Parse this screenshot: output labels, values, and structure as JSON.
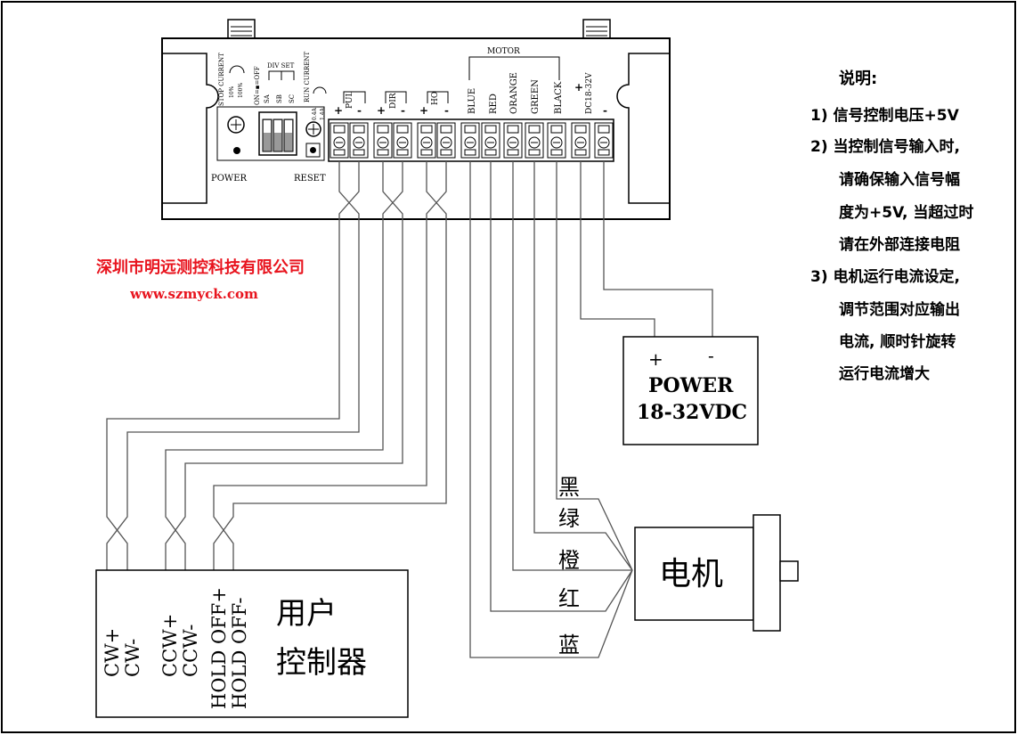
{
  "driver": {
    "stop_current": "STOP CURRENT",
    "stop_pct_a": "10%",
    "stop_pct_b": "100%",
    "on_off": "ON=▪=OFF",
    "div_set": "DIV SET",
    "switch_labels": [
      "SA",
      "SB",
      "SC"
    ],
    "run_current": "RUN CURRENT",
    "run_a": "0.4A",
    "run_b": "1.4A",
    "power_label": "POWER",
    "reset_label": "RESET",
    "motor_group": "MOTOR",
    "terminals": [
      "PUL",
      "DIR",
      "HO",
      "BLUE",
      "RED",
      "ORANGE",
      "GREEN",
      "BLACK",
      "DC18-32V"
    ],
    "plus": "+",
    "minus": "-"
  },
  "company": {
    "name": "深圳市明远测控科技有限公司",
    "url": "www.szmyck.com",
    "color": "#e8141e"
  },
  "notes": {
    "title": "说明:",
    "lines": [
      "1) 信号控制电压+5V",
      "2) 当控制信号输入时,",
      "请确保输入信号幅",
      "度为+5V, 当超过时",
      "请在外部连接电阻",
      "3) 电机运行电流设定,",
      "调节范围对应输出",
      "电流, 顺时针旋转",
      "运行电流增大"
    ]
  },
  "power_box": {
    "plus": "+",
    "minus": "-",
    "title": "POWER",
    "voltage": "18-32VDC"
  },
  "motor": {
    "label": "电机",
    "wires": [
      "黑",
      "绿",
      "橙",
      "红",
      "蓝"
    ]
  },
  "controller": {
    "title_line1": "用户",
    "title_line2": "控制器",
    "pins": [
      "CW+",
      "CW-",
      "CCW+",
      "CCW-",
      "HOLD OFF+",
      "HOLD OFF-"
    ]
  }
}
